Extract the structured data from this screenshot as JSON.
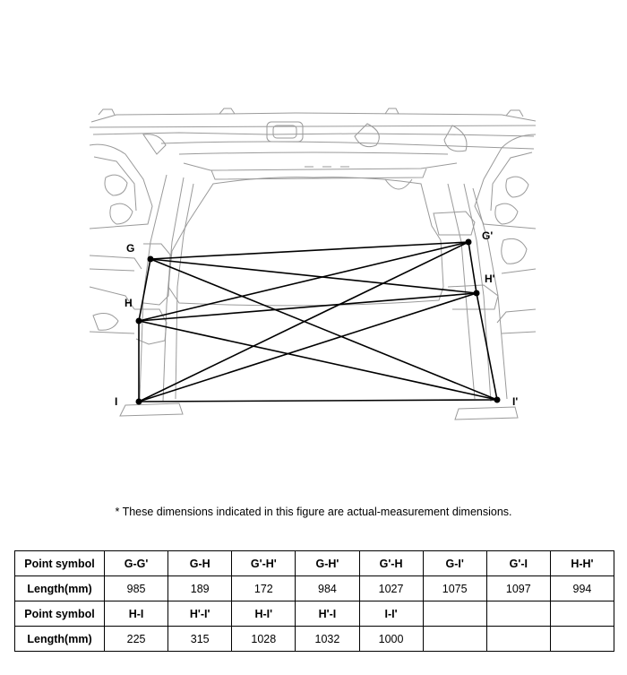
{
  "figure": {
    "points": [
      {
        "id": "G",
        "label": "G"
      },
      {
        "id": "Gp",
        "label": "G'"
      },
      {
        "id": "H",
        "label": "H"
      },
      {
        "id": "Hp",
        "label": "H'"
      },
      {
        "id": "I",
        "label": "I"
      },
      {
        "id": "Ip",
        "label": "I'"
      }
    ]
  },
  "note": "*  These dimensions indicated in this figure are actual-measurement dimensions.",
  "table": {
    "rows": [
      {
        "kind": "sym",
        "header": "Point symbol",
        "cells": [
          "G-G'",
          "G-H",
          "G'-H'",
          "G-H'",
          "G'-H",
          "G-I'",
          "G'-I",
          "H-H'"
        ]
      },
      {
        "kind": "len",
        "header": "Length(mm)",
        "cells": [
          "985",
          "189",
          "172",
          "984",
          "1027",
          "1075",
          "1097",
          "994"
        ]
      },
      {
        "kind": "sym",
        "header": "Point symbol",
        "cells": [
          "H-I",
          "H'-I'",
          "H-I'",
          "H'-I",
          "I-I'",
          "",
          "",
          ""
        ]
      },
      {
        "kind": "len",
        "header": "Length(mm)",
        "cells": [
          "225",
          "315",
          "1028",
          "1032",
          "1000",
          "",
          "",
          ""
        ]
      }
    ]
  }
}
